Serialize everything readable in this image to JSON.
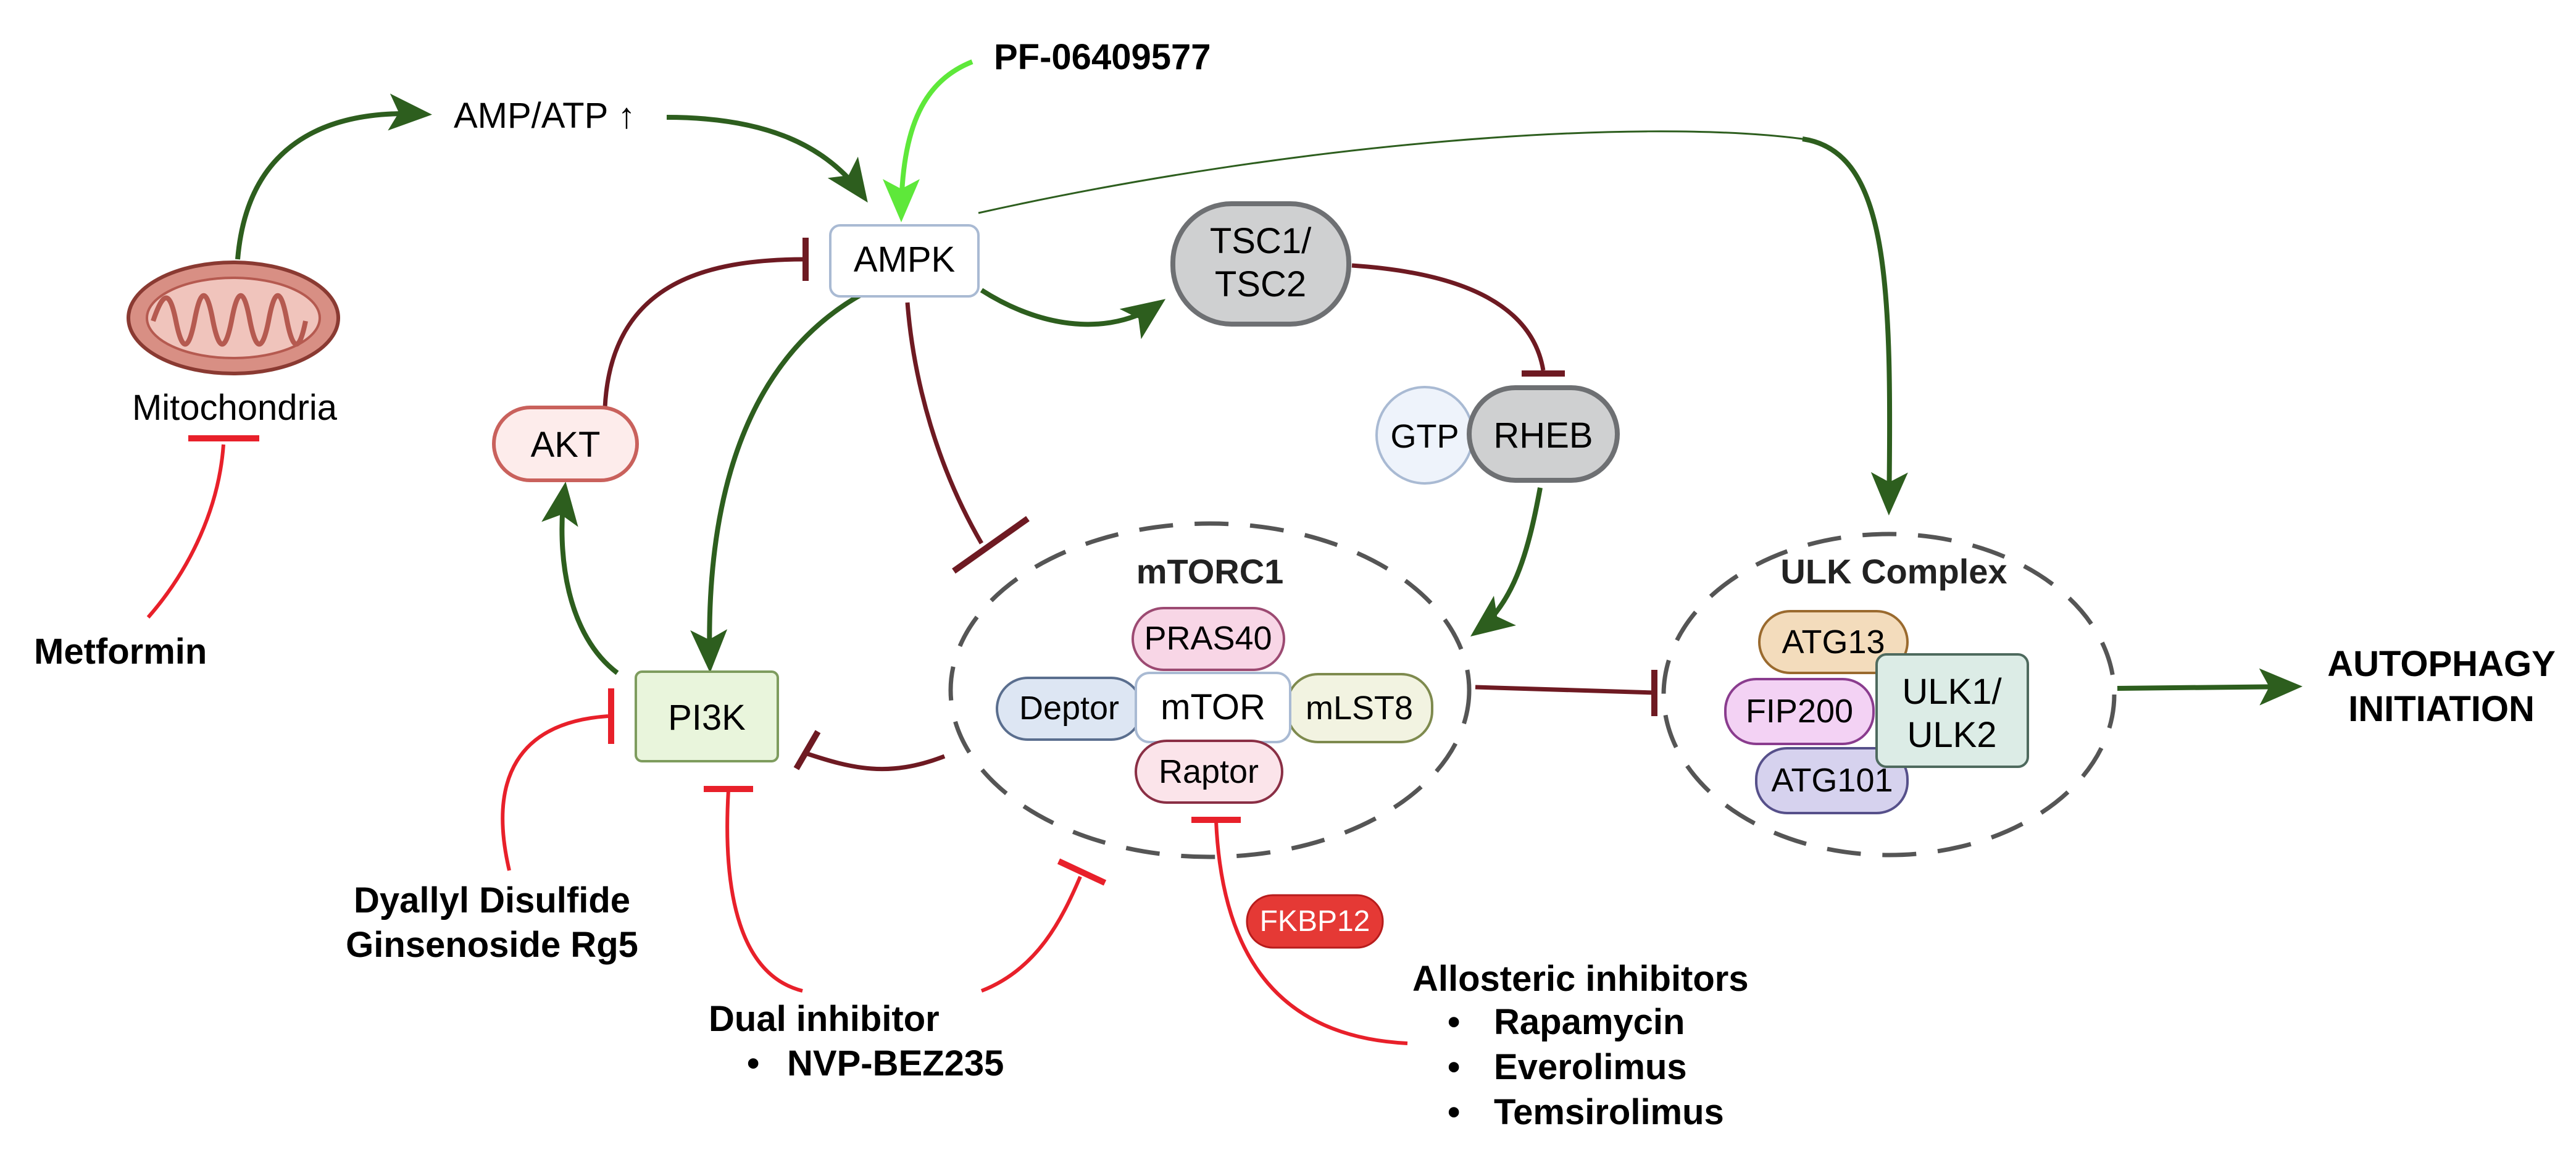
{
  "nodes": {
    "mitochondria": "Mitochondria",
    "amp_atp": "AMP/ATP ↑",
    "pf": "PF-06409577",
    "ampk": "AMPK",
    "tsc_line1": "TSC1/",
    "tsc_line2": "TSC2",
    "gtp": "GTP",
    "rheb": "RHEB",
    "akt": "AKT",
    "pi3k": "PI3K",
    "metformin": "Metformin",
    "autophagy_line1": "AUTOPHAGY",
    "autophagy_line2": "INITIATION"
  },
  "mtorc1": {
    "title": "mTORC1",
    "pras40": "PRAS40",
    "deptor": "Deptor",
    "mtor": "mTOR",
    "mlst8": "mLST8",
    "raptor": "Raptor",
    "fkbp12": "FKBP12"
  },
  "ulk": {
    "title": "ULK Complex",
    "atg13": "ATG13",
    "fip200": "FIP200",
    "atg101": "ATG101",
    "ulk_line1": "ULK1/",
    "ulk_line2": "ULK2"
  },
  "inhibitors": {
    "dyallyl": "Dyallyl Disulfide",
    "ginsenoside": "Ginsenoside Rg5",
    "dual_title": "Dual inhibitor",
    "dual_items": [
      "NVP-BEZ235"
    ],
    "allosteric_title": "Allosteric inhibitors",
    "allosteric_items": [
      "Rapamycin",
      "Everolimus",
      "Temsirolimus"
    ]
  },
  "bullet": "•",
  "colors": {
    "activation_green": "#2d5e1e",
    "drug_activation_green": "#5ee83a",
    "endogenous_inhibition": "#6e1a22",
    "drug_inhibition_red": "#e8202a"
  }
}
